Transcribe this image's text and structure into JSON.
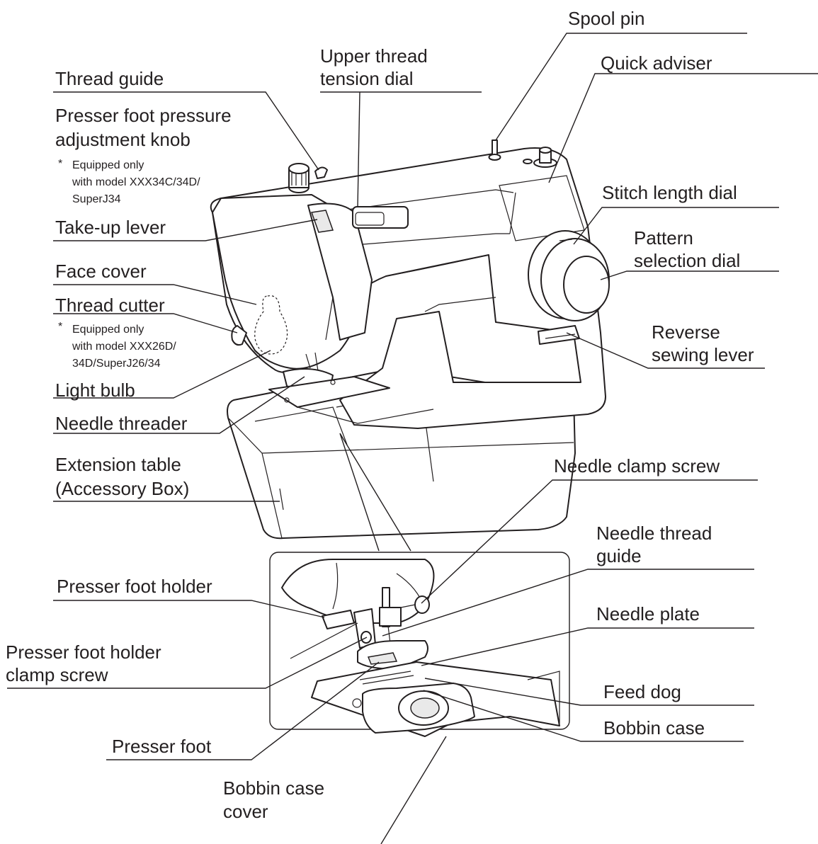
{
  "labels": {
    "spool_pin": "Spool pin",
    "quick_adviser": "Quick adviser",
    "upper_tension_1": "Upper thread",
    "upper_tension_2": "tension dial",
    "thread_guide": "Thread guide",
    "presser_pressure_1": "Presser foot pressure",
    "presser_pressure_2": "adjustment knob",
    "presser_note_1": "Equipped only",
    "presser_note_2": "with model XXX34C/34D/",
    "presser_note_3": "SuperJ34",
    "stitch_length": "Stitch length dial",
    "pattern_1": "Pattern",
    "pattern_2": "selection dial",
    "take_up": "Take-up lever",
    "face_cover": "Face cover",
    "thread_cutter": "Thread cutter",
    "cutter_note_1": "Equipped only",
    "cutter_note_2": "with model XXX26D/",
    "cutter_note_3": "34D/SuperJ26/34",
    "reverse_1": "Reverse",
    "reverse_2": "sewing lever",
    "light_bulb": "Light bulb",
    "needle_threader": "Needle threader",
    "extension_1": "Extension table",
    "extension_2": "(Accessory Box)",
    "needle_clamp": "Needle clamp screw",
    "needle_thread_guide_1": "Needle thread",
    "needle_thread_guide_2": "guide",
    "presser_holder": "Presser foot holder",
    "needle_plate": "Needle plate",
    "holder_clamp_1": "Presser foot holder",
    "holder_clamp_2": "clamp screw",
    "feed_dog": "Feed dog",
    "presser_foot": "Presser foot",
    "bobbin_cover_1": "Bobbin case",
    "bobbin_cover_2": "cover",
    "bobbin_case": "Bobbin case",
    "asterisk": "*"
  }
}
